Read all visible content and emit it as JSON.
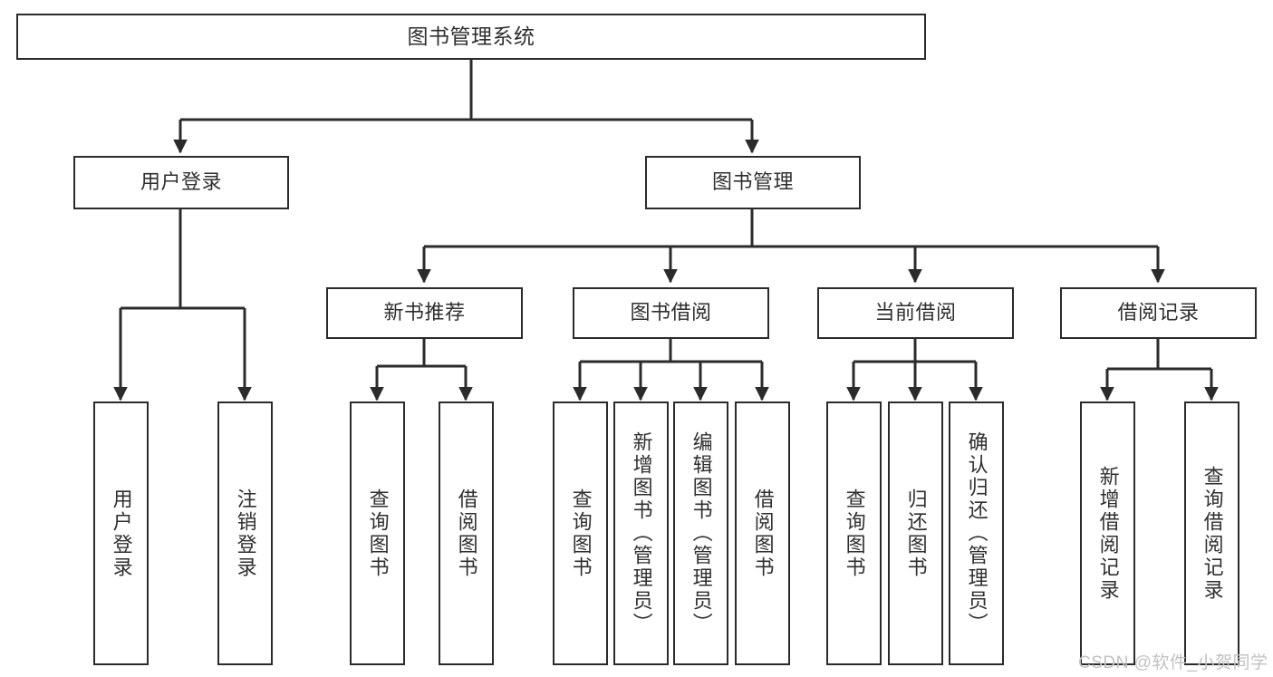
{
  "diagram": {
    "title": "图书管理系统",
    "type": "tree-hierarchy-diagram",
    "watermark": "CSDN @软件_小贺同学",
    "style": {
      "box_border_color": "#2b2b2b",
      "box_fill_color": "#ffffff",
      "text_color": "#2f2f2f",
      "edge_color": "#2b2b2b",
      "background_color": "#ffffff",
      "watermark_color": "#c2c2c2"
    },
    "nodes": {
      "root": {
        "label": "图书管理系统"
      },
      "level2": [
        {
          "id": "user-login",
          "label": "用户登录"
        },
        {
          "id": "book-manage",
          "label": "图书管理"
        }
      ],
      "level3": [
        {
          "id": "new-book-rec",
          "label": "新书推荐"
        },
        {
          "id": "book-borrow",
          "label": "图书借阅"
        },
        {
          "id": "current-borrow",
          "label": "当前借阅"
        },
        {
          "id": "borrow-record",
          "label": "借阅记录"
        }
      ],
      "leaves": {
        "user_login": [
          {
            "id": "leaf-user-login",
            "label": "用户登录"
          },
          {
            "id": "leaf-logout-login",
            "label": "注销登录"
          }
        ],
        "new_book_rec": [
          {
            "id": "leaf-query-book-1",
            "label": "查询图书"
          },
          {
            "id": "leaf-borrow-book-1",
            "label": "借阅图书"
          }
        ],
        "book_borrow": [
          {
            "id": "leaf-query-book-2",
            "label": "查询图书"
          },
          {
            "id": "leaf-add-book",
            "label": "新增图书（管理员）"
          },
          {
            "id": "leaf-edit-book",
            "label": "编辑图书（管理员）"
          },
          {
            "id": "leaf-borrow-book-2",
            "label": "借阅图书"
          }
        ],
        "current_borrow": [
          {
            "id": "leaf-query-book-3",
            "label": "查询图书"
          },
          {
            "id": "leaf-return-book",
            "label": "归还图书"
          },
          {
            "id": "leaf-confirm-return",
            "label": "确认归还（管理员）"
          }
        ],
        "borrow_record": [
          {
            "id": "leaf-add-record",
            "label": "新增借阅记录"
          },
          {
            "id": "leaf-query-record",
            "label": "查询借阅记录"
          }
        ]
      }
    }
  }
}
